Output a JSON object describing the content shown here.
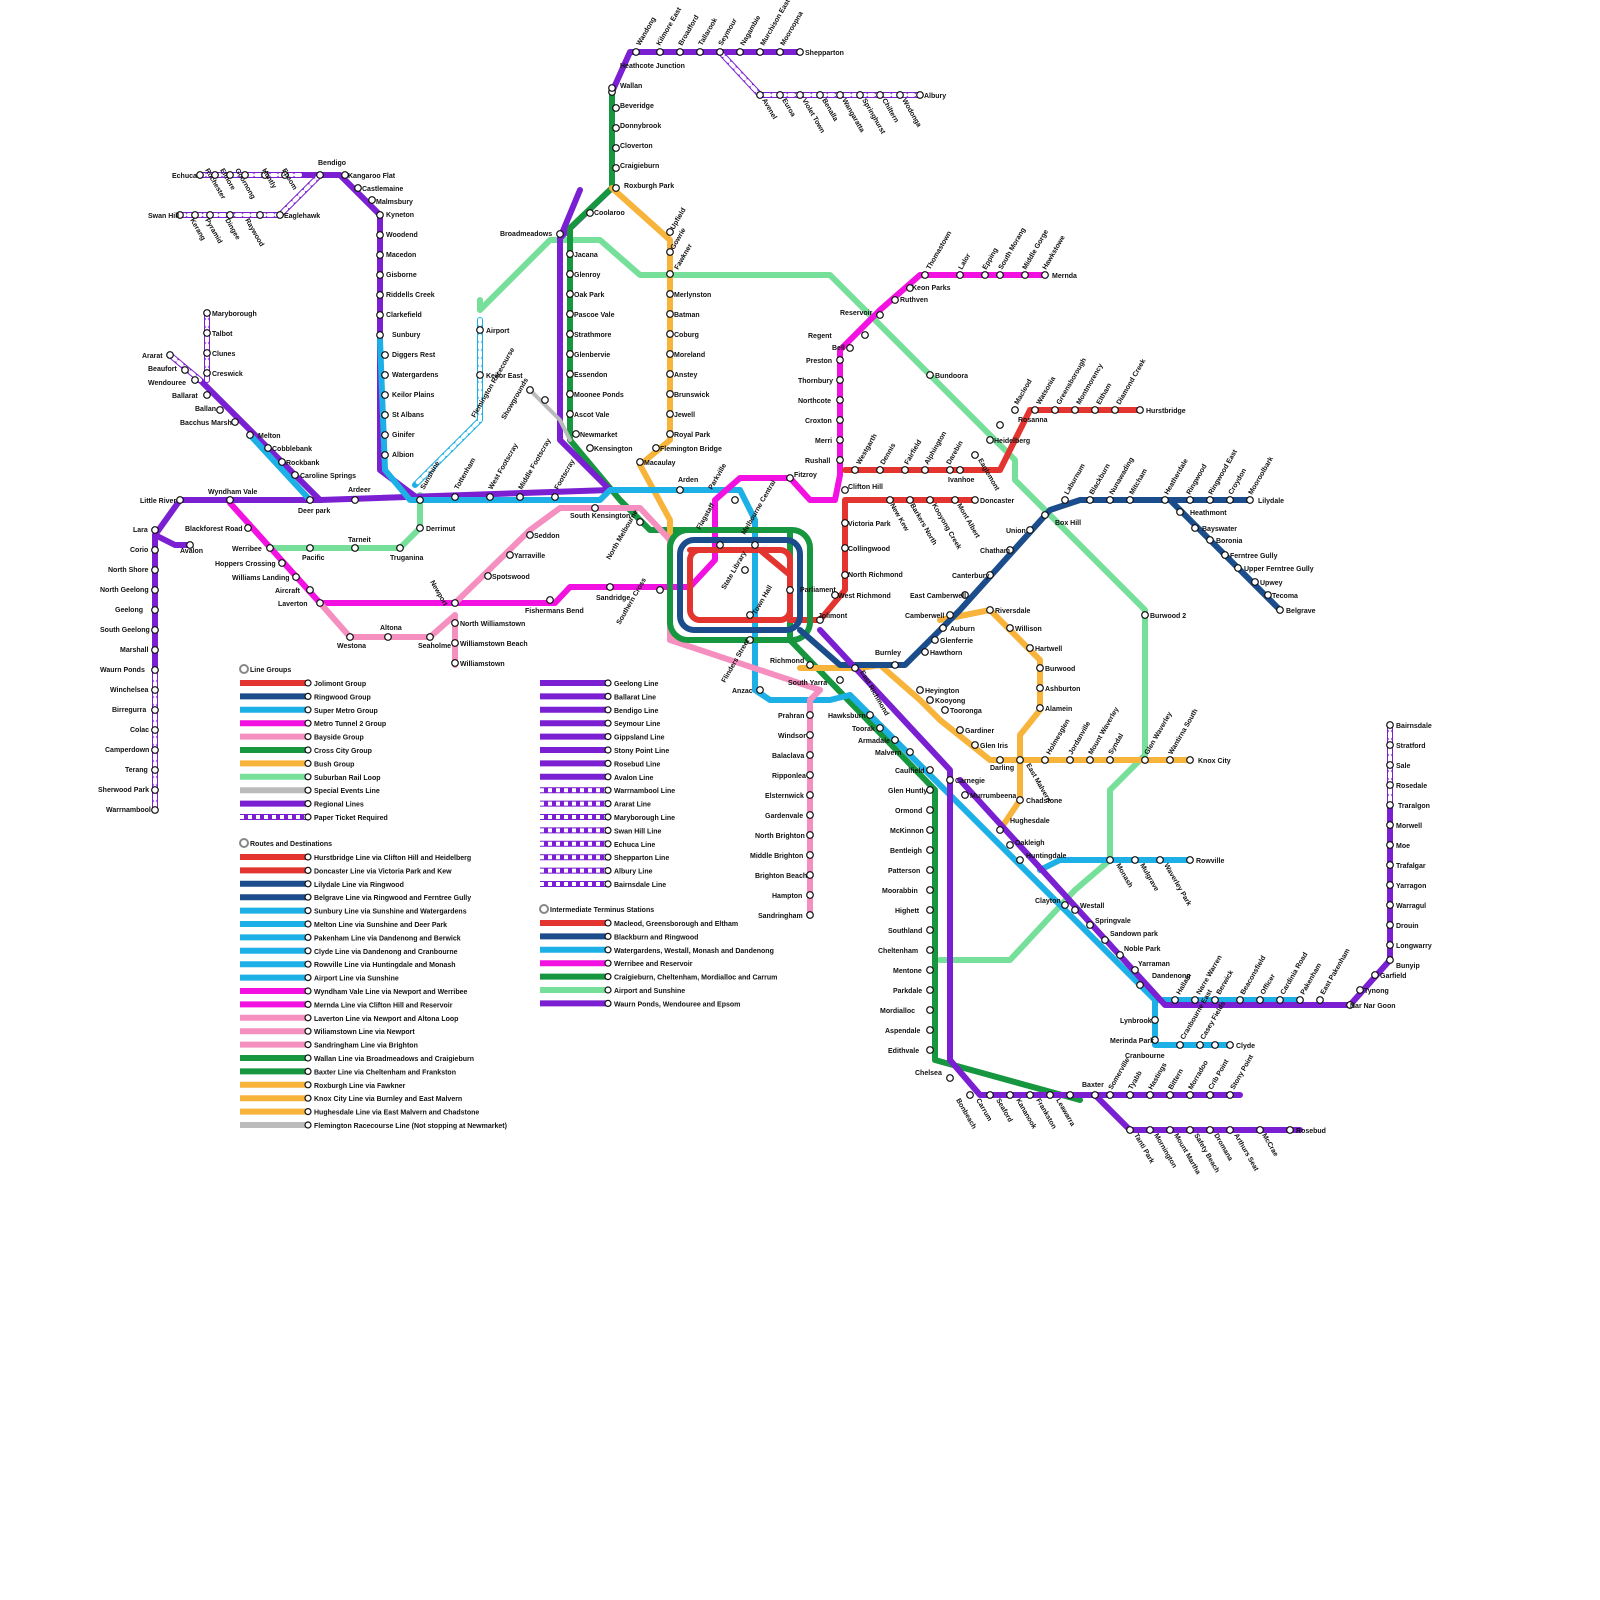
{
  "colors": {
    "jolimont": "#e3342f",
    "ringwood": "#1b4d8c",
    "supermetro": "#1cb0e6",
    "tunnel2": "#f211e0",
    "bayside": "#f58fc0",
    "crosscity": "#16963f",
    "bush": "#f7b33a",
    "suburban": "#76e09a",
    "special": "#bbbbbb",
    "regional": "#7a1fd1"
  },
  "legend": {
    "line_groups_title": "Line Groups",
    "line_groups": [
      {
        "label": "Jolimont Group",
        "color": "#e3342f"
      },
      {
        "label": "Ringwood Group",
        "color": "#1b4d8c"
      },
      {
        "label": "Super Metro Group",
        "color": "#1cb0e6"
      },
      {
        "label": "Metro Tunnel 2 Group",
        "color": "#f211e0"
      },
      {
        "label": "Bayside Group",
        "color": "#f58fc0"
      },
      {
        "label": "Cross City Group",
        "color": "#16963f"
      },
      {
        "label": "Bush Group",
        "color": "#f7b33a"
      },
      {
        "label": "Suburban Rail Loop",
        "color": "#76e09a"
      },
      {
        "label": "Special Events Line",
        "color": "#bbbbbb"
      },
      {
        "label": "Regional Lines",
        "color": "#7a1fd1"
      },
      {
        "label": "Paper Ticket Required",
        "color": "#7a1fd1",
        "dashed": true
      }
    ],
    "routes_title": "Routes and Destinations",
    "routes": [
      {
        "label": "Hurstbridge Line via Clifton Hill and Heidelberg",
        "color": "#e3342f"
      },
      {
        "label": "Doncaster Line via Victoria Park and Kew",
        "color": "#e3342f"
      },
      {
        "label": "Lilydale Line via Ringwood",
        "color": "#1b4d8c"
      },
      {
        "label": "Belgrave Line via Ringwood and Ferntree Gully",
        "color": "#1b4d8c"
      },
      {
        "label": "Sunbury Line via Sunshine and Watergardens",
        "color": "#1cb0e6"
      },
      {
        "label": "Melton Line via Sunshine and Deer Park",
        "color": "#1cb0e6"
      },
      {
        "label": "Pakenham Line via Dandenong and Berwick",
        "color": "#1cb0e6"
      },
      {
        "label": "Clyde Line via Dandenong and Cranbourne",
        "color": "#1cb0e6"
      },
      {
        "label": "Rowville Line via Huntingdale and Monash",
        "color": "#1cb0e6"
      },
      {
        "label": "Airport Line via Sunshine",
        "color": "#1cb0e6"
      },
      {
        "label": "Wyndham Vale Line via Newport and Werribee",
        "color": "#f211e0"
      },
      {
        "label": "Mernda Line via Clifton Hill and Reservoir",
        "color": "#f211e0"
      },
      {
        "label": "Laverton Line via Newport and Altona Loop",
        "color": "#f58fc0"
      },
      {
        "label": "Wiliamstown Line via Newport",
        "color": "#f58fc0"
      },
      {
        "label": "Sandringham Line via Brighton",
        "color": "#f58fc0"
      },
      {
        "label": "Wallan Line via Broadmeadows and Craigieburn",
        "color": "#16963f"
      },
      {
        "label": "Baxter Line via Cheltenham and Frankston",
        "color": "#16963f"
      },
      {
        "label": "Roxburgh Line via Fawkner",
        "color": "#f7b33a"
      },
      {
        "label": "Knox City Line via Burnley and East Malvern",
        "color": "#f7b33a"
      },
      {
        "label": "Hughesdale Line via East Malvern and Chadstone",
        "color": "#f7b33a"
      },
      {
        "label": "Flemington Racecourse Line (Not stopping at Newmarket)",
        "color": "#bbbbbb"
      }
    ],
    "regional_lines": [
      {
        "label": "Geelong Line",
        "dashed": false
      },
      {
        "label": "Ballarat Line",
        "dashed": false
      },
      {
        "label": "Bendigo Line",
        "dashed": false
      },
      {
        "label": "Seymour Line",
        "dashed": false
      },
      {
        "label": "Gippsland Line",
        "dashed": false
      },
      {
        "label": "Stony Point Line",
        "dashed": false
      },
      {
        "label": "Rosebud Line",
        "dashed": false
      },
      {
        "label": "Avalon Line",
        "dashed": false
      },
      {
        "label": "Warrnambool Line",
        "dashed": true
      },
      {
        "label": "Ararat Line",
        "dashed": true
      },
      {
        "label": "Maryborough Line",
        "dashed": true
      },
      {
        "label": "Swan Hill Line",
        "dashed": true
      },
      {
        "label": "Echuca Line",
        "dashed": true
      },
      {
        "label": "Shepparton Line",
        "dashed": true
      },
      {
        "label": "Albury Line",
        "dashed": true
      },
      {
        "label": "Bairnsdale Line",
        "dashed": true
      }
    ],
    "terminus_title": "Intermediate Terminus Stations",
    "terminus": [
      {
        "label": "Macleod, Greensborough and Eltham",
        "color": "#e3342f"
      },
      {
        "label": "Blackburn and Ringwood",
        "color": "#1b4d8c"
      },
      {
        "label": "Watergardens, Westall, Monash and Dandenong",
        "color": "#1cb0e6"
      },
      {
        "label": "Werribee and Reservoir",
        "color": "#f211e0"
      },
      {
        "label": "Craigieburn, Cheltenham, Mordialloc and Carrum",
        "color": "#16963f"
      },
      {
        "label": "Airport and Sunshine",
        "color": "#76e09a"
      },
      {
        "label": "Waurn Ponds, Wendouree and Epsom",
        "color": "#7a1fd1"
      }
    ]
  },
  "stations": [
    "Wandong",
    "Kilmore East",
    "Broadford",
    "Tallarook",
    "Seymour",
    "Nagambie",
    "Murchison East",
    "Mooroopna",
    "Shepparton",
    "Heathcote Junction",
    "Wallan",
    "Beveridge",
    "Donnybrook",
    "Cloverton",
    "Craigieburn",
    "Roxburgh Park",
    "Coolaroo",
    "Broadmeadows",
    "Jacana",
    "Glenroy",
    "Oak Park",
    "Pascoe Vale",
    "Strathmore",
    "Glenbervie",
    "Essendon",
    "Moonee Ponds",
    "Ascot Vale",
    "Newmarket",
    "Kensington",
    "Avenel",
    "Euroa",
    "Violet Town",
    "Benalla",
    "Wangaratta",
    "Springhurst",
    "Chiltern",
    "Wodonga",
    "Albury",
    "Upfield",
    "Gowrie",
    "Fawkner",
    "Merlynston",
    "Batman",
    "Coburg",
    "Moreland",
    "Anstey",
    "Brunswick",
    "Jewell",
    "Royal Park",
    "Flemington Bridge",
    "Macaulay",
    "Echuca",
    "Rochester",
    "Elmore",
    "Goornong",
    "Huntly",
    "Epsom",
    "Bendigo",
    "Kangaroo Flat",
    "Castlemaine",
    "Malmsbury",
    "Kyneton",
    "Woodend",
    "Macedon",
    "Gisborne",
    "Riddells Creek",
    "Clarkefield",
    "Sunbury",
    "Diggers Rest",
    "Watergardens",
    "Keilor Plains",
    "St Albans",
    "Ginifer",
    "Albion",
    "Swan Hill",
    "Kerang",
    "Pyramid",
    "Dingee",
    "Raywood",
    "Eaglehawk",
    "Airport",
    "Keilor East",
    "Flemington Racecourse",
    "Showgrounds",
    "Maryborough",
    "Talbot",
    "Clunes",
    "Creswick",
    "Ararat",
    "Beaufort",
    "Wendouree",
    "Ballarat",
    "Ballan",
    "Bacchus Marsh",
    "Melton",
    "Cobblebank",
    "Rockbank",
    "Caroline Springs",
    "Deer park",
    "Ardeer",
    "Sunshine",
    "Tottenham",
    "West Footscray",
    "Middle Footscray",
    "Footscray",
    "Little River",
    "Wyndham Vale",
    "Lara",
    "Corio",
    "North Shore",
    "North Geelong",
    "Geelong",
    "South Geelong",
    "Marshall",
    "Waurn Ponds",
    "Winchelsea",
    "Birregurra",
    "Colac",
    "Camperdown",
    "Terang",
    "Sherwood Park",
    "Warrnambool",
    "Avalon",
    "Blackforest Road",
    "Werribee",
    "Hoppers Crossing",
    "Williams Landing",
    "Aircraft",
    "Laverton",
    "Pacific",
    "Tarneit",
    "Truganina",
    "Derrimut",
    "Westona",
    "Altona",
    "Seaholme",
    "Newport",
    "Spotswood",
    "Yarraville",
    "Seddon",
    "North Williamstown",
    "Williamstown Beach",
    "Williamstown",
    "Fishermans Bend",
    "Sandridge",
    "South Kensington",
    "North Melbourne",
    "Southern Cross",
    "Flagstaff",
    "Melbourne Central",
    "Parkville",
    "Arden",
    "Fitzroy",
    "State Library",
    "Town Hall",
    "Parliament",
    "Flinders Street",
    "Richmond",
    "Jolimont",
    "West Richmond",
    "North Richmond",
    "Collingwood",
    "Victoria Park",
    "Clifton Hill",
    "Rushall",
    "Merri",
    "Croxton",
    "Northcote",
    "Thornbury",
    "Preston",
    "Bell",
    "Regent",
    "Reservoir",
    "Ruthven",
    "Keon Parks",
    "Thomastown",
    "Lalor",
    "Epping",
    "South Morang",
    "Middle Gorge",
    "Hawkstowe",
    "Mernda",
    "Westgarth",
    "Dennis",
    "Fairfield",
    "Alphington",
    "Darebin",
    "Ivanhoe",
    "Eaglemont",
    "Heidelberg",
    "Rosanna",
    "Macleod",
    "Watsonia",
    "Greensborough",
    "Montmorency",
    "Eltham",
    "Diamond Creek",
    "Hurstbridge",
    "New Kew",
    "Barkers North",
    "Kooyong Creek",
    "Mont Albert",
    "Doncaster",
    "Bundoora",
    "Burwood 2",
    "Box Hill",
    "Laburnum",
    "Blackburn",
    "Nunawading",
    "Mitcham",
    "Heatherdale",
    "Ringwood",
    "Ringwood East",
    "Croydon",
    "Mooroolbark",
    "Lilydale",
    "Heathmont",
    "Bayswater",
    "Boronia",
    "Ferntree Gully",
    "Upper Ferntree Gully",
    "Upwey",
    "Tecoma",
    "Belgrave",
    "Union",
    "Chatham",
    "Canterbury",
    "East Camberwell",
    "Camberwell",
    "Auburn",
    "Glenferrie",
    "Hawthorn",
    "Burnley",
    "Riversdale",
    "Willison",
    "Hartwell",
    "Burwood",
    "Ashburton",
    "Alamein",
    "East Richmond",
    "South Yarra",
    "Anzac",
    "Prahran",
    "Windsor",
    "Balaclava",
    "Ripponlea",
    "Elsternwick",
    "Gardenvale",
    "North Brighton",
    "Middle Brighton",
    "Brighton Beach",
    "Hampton",
    "Sandringham",
    "Hawksburn",
    "Toorak",
    "Armadale",
    "Malvern",
    "Caulfield",
    "Glen Huntly",
    "Ormond",
    "McKinnon",
    "Bentleigh",
    "Patterson",
    "Moorabbin",
    "Highett",
    "Southland",
    "Cheltenham",
    "Mentone",
    "Parkdale",
    "Mordialloc",
    "Aspendale",
    "Edithvale",
    "Chelsea",
    "Bonbeach",
    "Carrum",
    "Seaford",
    "Kananook",
    "Frankston",
    "Leawarra",
    "Baxter",
    "Somerville",
    "Tyabb",
    "Hastings",
    "Bittern",
    "Morradoo",
    "Crib Point",
    "Stony Point",
    "Tanti Park",
    "Mornington",
    "Mount Martha",
    "Safety Beach",
    "Dromana",
    "Arthurs Seat",
    "McCrae",
    "Rosebud",
    "Rosebud",
    "Heyington",
    "Kooyong",
    "Tooronga",
    "Gardiner",
    "Glen Iris",
    "Darling",
    "East Malvern",
    "Holmesglen",
    "Jordanville",
    "Mount Waverley",
    "Syndal",
    "Glen Waverley",
    "Wantirna South",
    "Knox City",
    "Chadstone",
    "Hughesdale",
    "Oakleigh",
    "Huntingdale",
    "Monash",
    "Mulgrave",
    "Waverley Park",
    "Rowville",
    "Carnegie",
    "Murrumbeena",
    "Clayton",
    "Westall",
    "Springvale",
    "Sandown park",
    "Noble Park",
    "Yarraman",
    "Dandenong",
    "Hallam",
    "Narre Warren",
    "Berwick",
    "Beaconsfield",
    "Officer",
    "Cardinia Road",
    "Pakenham",
    "East Pakenham",
    "Nar Nar Goon",
    "Lynbrook",
    "Merinda Park",
    "Cranbourne",
    "Cranbourne East",
    "Casey Fields",
    "Clyde",
    "Bairnsdale",
    "Stratford",
    "Sale",
    "Rosedale",
    "Traralgon",
    "Morwell",
    "Moe",
    "Trafalgar",
    "Yarragon",
    "Warragul",
    "Drouin",
    "Longwarry",
    "Bunyip",
    "Garfield",
    "Tynong"
  ]
}
